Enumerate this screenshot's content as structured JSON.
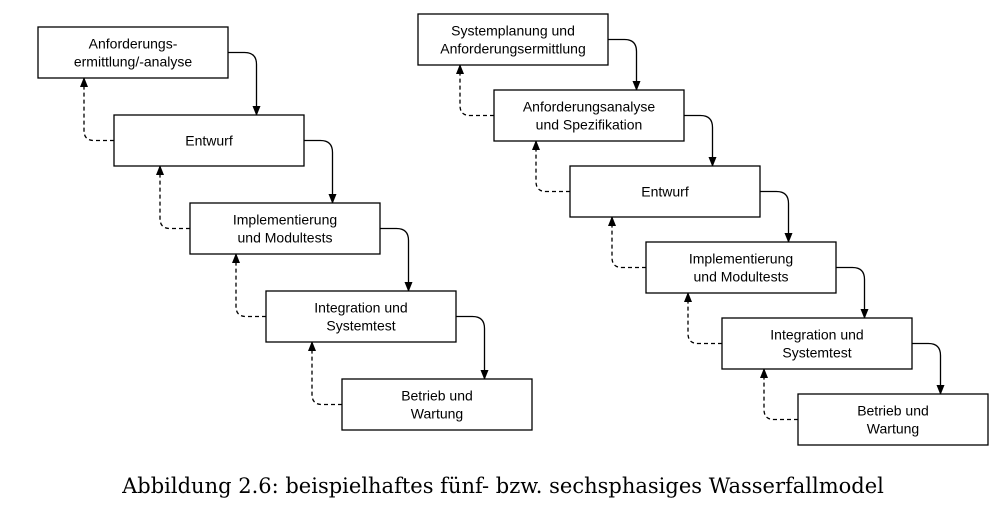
{
  "diagrams": [
    {
      "name": "five-phase",
      "phases": [
        [
          "Anforderungs-",
          "ermittlung/-analyse"
        ],
        [
          "Entwurf"
        ],
        [
          "Implementierung",
          "und Modultests"
        ],
        [
          "Integration und",
          "Systemtest"
        ],
        [
          "Betrieb und",
          "Wartung"
        ]
      ]
    },
    {
      "name": "six-phase",
      "phases": [
        [
          "Systemplanung und",
          "Anforderungsermittlung"
        ],
        [
          "Anforderungsanalyse",
          "und Spezifikation"
        ],
        [
          "Entwurf"
        ],
        [
          "Implementierung",
          "und Modultests"
        ],
        [
          "Integration und",
          "Systemtest"
        ],
        [
          "Betrieb und",
          "Wartung"
        ]
      ]
    }
  ],
  "caption": "Abbildung 2.6: beispielhaftes fünf- bzw. sechsphasiges Wasserfallmodel"
}
